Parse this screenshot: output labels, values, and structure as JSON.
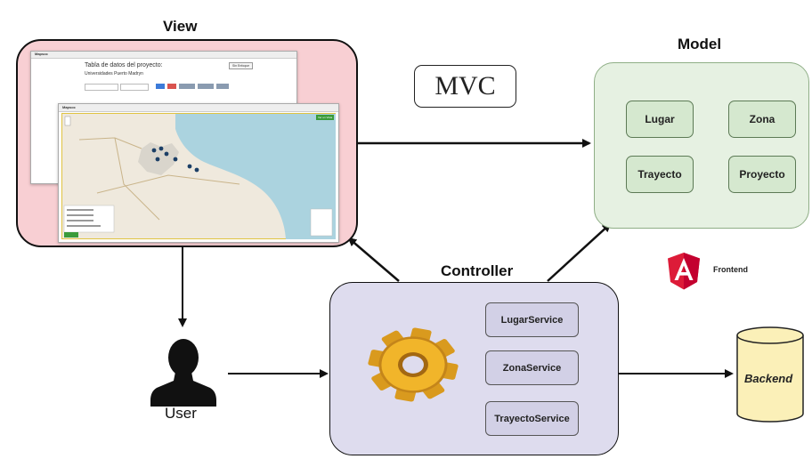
{
  "sections": {
    "view": "View",
    "model": "Model",
    "controller": "Controller"
  },
  "mvc_label": "MVC",
  "model_items": [
    "Lugar",
    "Zona",
    "Trayecto",
    "Proyecto"
  ],
  "services": [
    "LugarService",
    "ZonaService",
    "TrayectoService"
  ],
  "user_label": "User",
  "backend_label": "Backend",
  "frontend_label": "Frontend",
  "app_screenshot": {
    "back_window": {
      "brand": "Mapsoc",
      "title": "Tabla de datos del proyecto:",
      "subtitle": "Universidades Puerto Madryn",
      "corner_button": "Sin Enfoque"
    },
    "front_window": {
      "brand": "Mapsoc",
      "map_button": "Ver en Vista"
    }
  },
  "colors": {
    "view_fill": "#f8cfd3",
    "model_fill": "#e6f1e2",
    "controller_fill": "#dedcee",
    "backend_fill": "#fbf0b8",
    "angular_red": "#dd1b38",
    "gear_gold": "#f1b52a"
  },
  "icons": [
    "user-silhouette-icon",
    "gear-icon",
    "angular-logo-icon",
    "database-cylinder-icon"
  ]
}
